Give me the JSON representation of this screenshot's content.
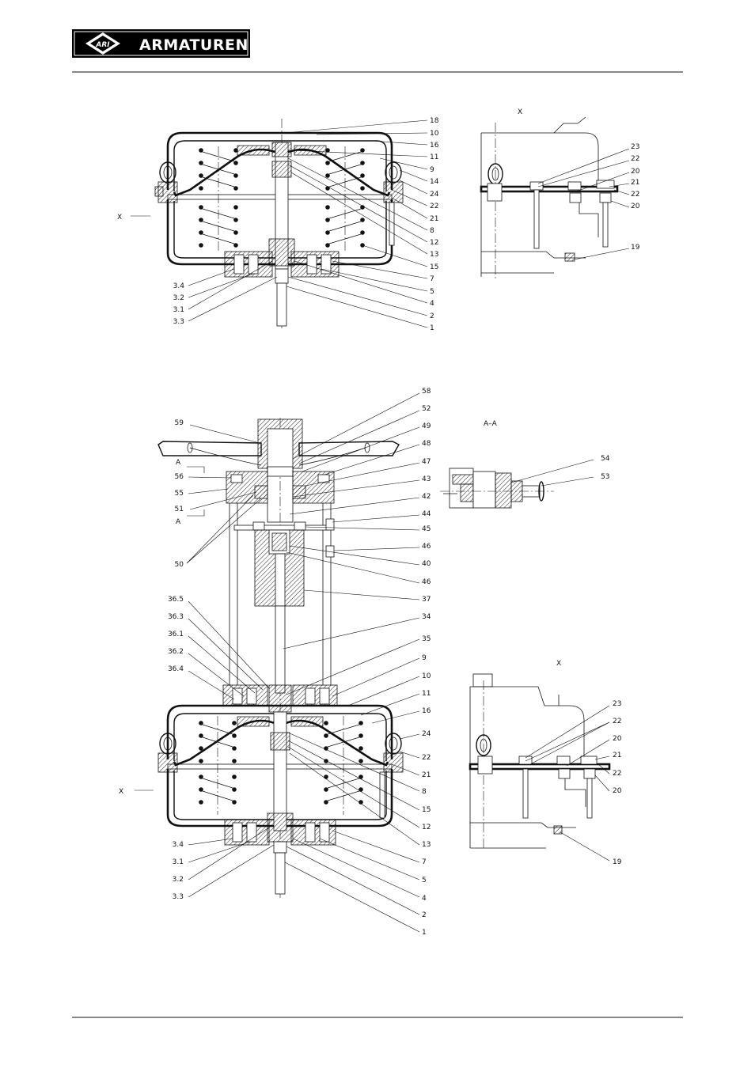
{
  "header": {
    "logo_mark": "ARI",
    "logo_text": "ARMATUREN"
  },
  "drawings": {
    "view_top": {
      "callouts_right": [
        "18",
        "10",
        "16",
        "11",
        "9",
        "14",
        "24",
        "22",
        "21",
        "8",
        "12",
        "13",
        "15",
        "7",
        "5",
        "4",
        "2",
        "1"
      ],
      "callouts_left": [
        "3.4",
        "3.2",
        "3.1",
        "3.3"
      ],
      "section_marker": "X"
    },
    "detail_top": {
      "title": "X",
      "callouts": [
        "23",
        "22",
        "20",
        "21",
        "22",
        "20",
        "19"
      ]
    },
    "view_bottom": {
      "callouts_right": [
        "58",
        "52",
        "49",
        "48",
        "47",
        "43",
        "42",
        "44",
        "45",
        "46",
        "40",
        "46",
        "37",
        "34",
        "35",
        "9",
        "10",
        "11",
        "16",
        "24",
        "22",
        "21",
        "8",
        "15",
        "12",
        "13",
        "7",
        "5",
        "4",
        "2",
        "1"
      ],
      "callouts_left": [
        "59",
        "56",
        "55",
        "51",
        "50",
        "36.5",
        "36.3",
        "36.1",
        "36.2",
        "36.4",
        "3.4",
        "3.1",
        "3.2",
        "3.3"
      ],
      "section_cut_top": "A",
      "section_cut_bottom": "A",
      "section_marker": "X"
    },
    "section_aa": {
      "title": "A–A",
      "callouts": [
        "54",
        "53"
      ]
    },
    "detail_bottom": {
      "title": "X",
      "callouts": [
        "23",
        "22",
        "20",
        "21",
        "22",
        "20",
        "19"
      ]
    }
  }
}
